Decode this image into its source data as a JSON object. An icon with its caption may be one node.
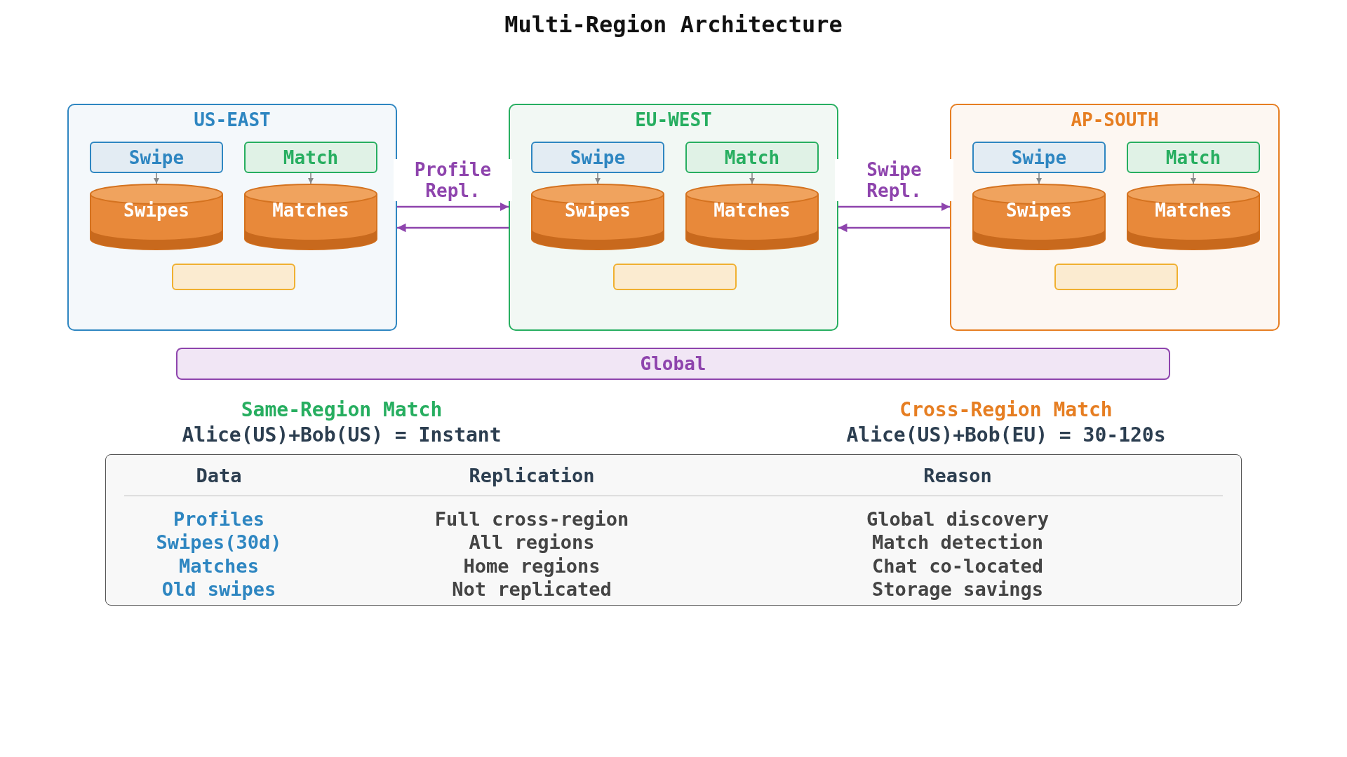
{
  "diagram": {
    "title": "Multi-Region Architecture",
    "nodes": [
      {
        "text": [
          "US-EAST"
        ]
      },
      {
        "text": [
          "Swipe"
        ],
        "in": 0
      },
      {
        "text": [
          "Match"
        ],
        "in": 0
      },
      {
        "text": [
          "Swipes"
        ],
        "in": 0
      },
      {
        "text": [
          "Matches"
        ],
        "in": 0
      },
      {
        "text": [],
        "shape": "box",
        "in": 0
      },
      {
        "text": [
          "EU-WEST"
        ]
      },
      {
        "text": [
          "Swipe"
        ],
        "in": 6
      },
      {
        "text": [
          "Match"
        ],
        "in": 6
      },
      {
        "text": [
          "Swipes"
        ],
        "in": 6
      },
      {
        "text": [
          "Matches"
        ],
        "in": 6
      },
      {
        "text": [],
        "shape": "box",
        "in": 6
      },
      {
        "text": [
          "AP-SOUTH"
        ]
      },
      {
        "text": [
          "Swipe"
        ],
        "in": 12
      },
      {
        "text": [
          "Match"
        ],
        "in": 12
      },
      {
        "text": [
          "Swipes"
        ],
        "in": 12
      },
      {
        "text": [
          "Matches"
        ],
        "in": 12
      },
      {
        "text": [],
        "shape": "box",
        "in": 12
      },
      {
        "text": [
          "Global"
        ]
      }
    ],
    "edges": [
      {
        "from": 1,
        "to": 3,
        "arrow": "to"
      },
      {
        "from": 2,
        "to": 4,
        "arrow": "to"
      },
      {
        "from": 7,
        "to": 9,
        "arrow": "to"
      },
      {
        "from": 8,
        "to": 10,
        "arrow": "to"
      },
      {
        "from": 13,
        "to": 15,
        "arrow": "to"
      },
      {
        "from": 14,
        "to": 16,
        "arrow": "to"
      },
      {
        "from": 0,
        "to": 6,
        "arrow": "to",
        "label": "Profile Repl.",
        "color": "#8e44ad"
      },
      {
        "from": 6,
        "to": 0,
        "arrow": "to",
        "color": "#8e44ad"
      },
      {
        "from": 6,
        "to": 12,
        "arrow": "to",
        "label": "Swipe Repl.",
        "color": "#8e44ad"
      },
      {
        "from": 12,
        "to": 6,
        "arrow": "to",
        "color": "#8e44ad"
      }
    ],
    "labels": [
      "Same-Region Match",
      "Alice(US)+Bob(US) = Instant",
      "Cross-Region Match",
      "Alice(US)+Bob(EU) = 30-120s",
      "Data",
      "Replication",
      "Reason",
      "Profiles",
      "Full cross-region",
      "Global discovery",
      "Swipes(30d)",
      "All regions",
      "Match detection",
      "Matches",
      "Home regions",
      "Chat co-located",
      "Old swipes",
      "Not replicated",
      "Storage savings"
    ]
  }
}
